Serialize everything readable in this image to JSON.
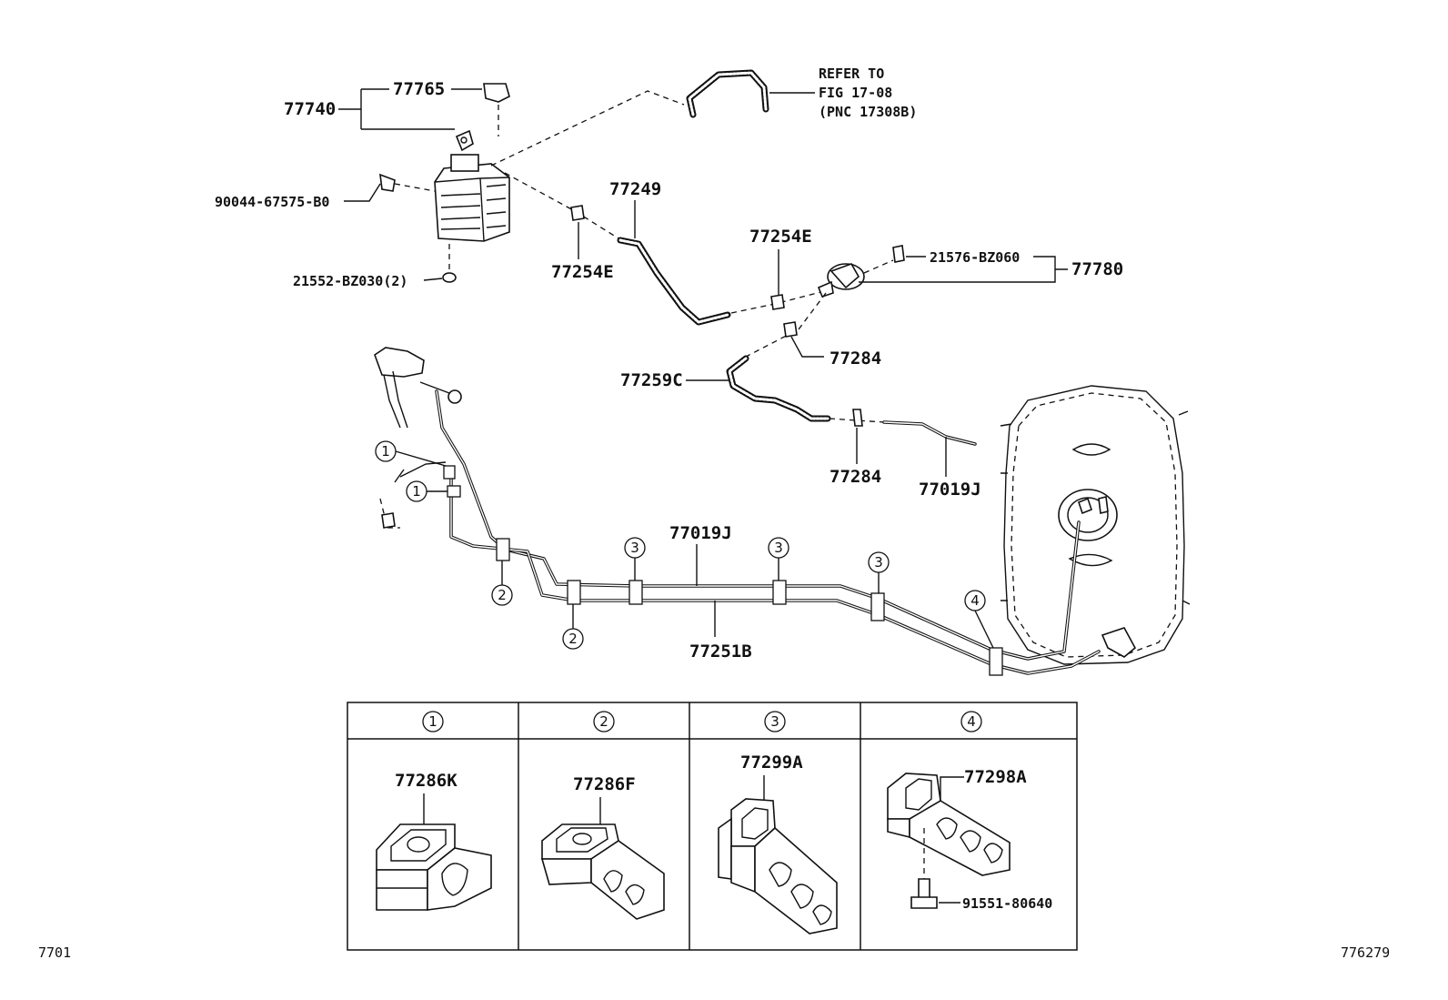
{
  "labels": {
    "p77740": "77740",
    "p77765": "77765",
    "p90044": "90044-67575-B0",
    "p21552": "21552-BZ030(2)",
    "refer1": "REFER TO",
    "refer2": "FIG 17-08",
    "refer3": "(PNC 17308B)",
    "p77249": "77249",
    "p77254E_a": "77254E",
    "p77254E_b": "77254E",
    "p21576": "21576-BZ060",
    "p77780": "77780",
    "p77284_a": "77284",
    "p77284_b": "77284",
    "p77259C": "77259C",
    "p77019J_a": "77019J",
    "p77019J_b": "77019J",
    "p77251B": "77251B"
  },
  "callouts": {
    "c1": "1",
    "c2": "2",
    "c3": "3",
    "c4": "4"
  },
  "table": {
    "headers": [
      "1",
      "2",
      "3",
      "4"
    ],
    "cells": [
      "77286K",
      "77286F",
      "77299A",
      "77298A"
    ],
    "bolt": "91551-80640"
  },
  "corner": {
    "left": "7701",
    "right": "776279"
  }
}
